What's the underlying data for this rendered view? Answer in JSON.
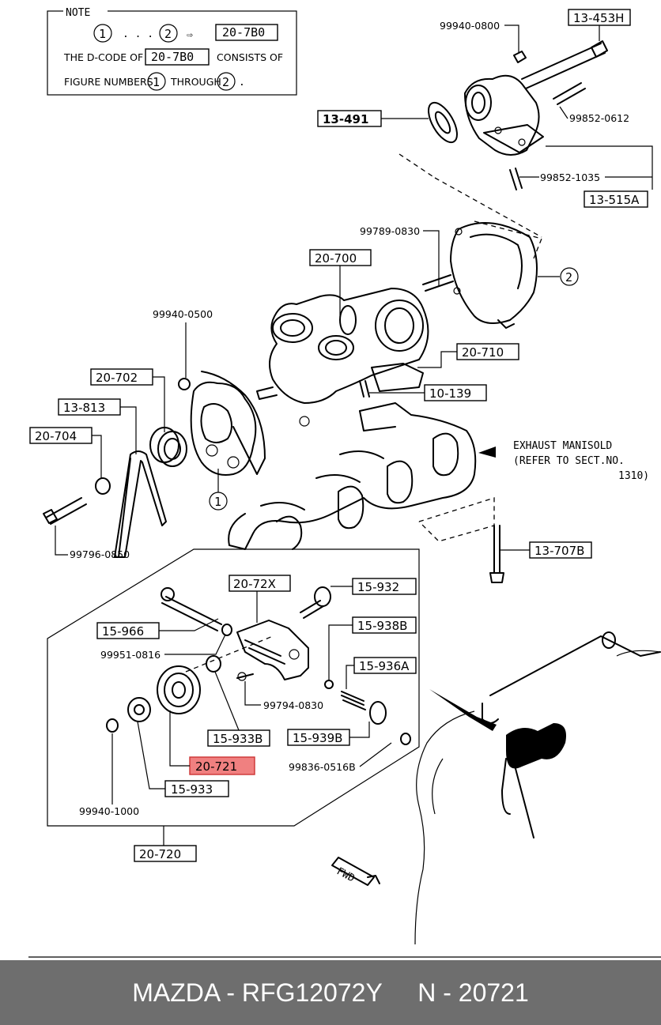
{
  "note": {
    "title": "NOTE",
    "circle1": "1",
    "circle2": "2",
    "dots": ". . .",
    "arrow": "⇨",
    "dcode_box": "20-7B0",
    "line1_pre": "THE D-CODE OF",
    "line1_box": "20-7B0",
    "line1_post": "CONSISTS OF",
    "line2_pre": "FIGURE NUMBERS",
    "line2_mid": "THROUGH",
    "line2_end": "."
  },
  "labels": {
    "p13_453h": "13-453H",
    "p99940_0800": "99940-0800",
    "p13_491": "13-491",
    "p99852_0612": "99852-0612",
    "p99852_1035": "99852-1035",
    "p13_515a": "13-515A",
    "p99789_0830": "99789-0830",
    "p20_700": "20-700",
    "circle2": "2",
    "p99940_0500": "99940-0500",
    "p20_710": "20-710",
    "p20_702": "20-702",
    "p10_139": "10-139",
    "p13_813": "13-813",
    "p20_704": "20-704",
    "circle1": "1",
    "exhaust_line1": "EXHAUST MANISOLD",
    "exhaust_line2": "(REFER TO SECT.NO.",
    "exhaust_line3": "1310)",
    "p99796_0850": "99796-0850",
    "p13_707b": "13-707B",
    "p20_72x": "20-72X",
    "p15_932": "15-932",
    "p15_966": "15-966",
    "p15_938b": "15-938B",
    "p99951_0816": "99951-0816",
    "p15_936a": "15-936A",
    "p99794_0830": "99794-0830",
    "p15_933b": "15-933B",
    "p15_939b": "15-939B",
    "p20_721": "20-721",
    "p99836_0516b": "99836-0516B",
    "p15_933": "15-933",
    "p99940_1000": "99940-1000",
    "p20_720": "20-720",
    "fwd": "FWD"
  },
  "highlight_color": "#f08080",
  "footer": {
    "brand_part": "MAZDA - RFG12072Y",
    "number": "N - 20721"
  }
}
